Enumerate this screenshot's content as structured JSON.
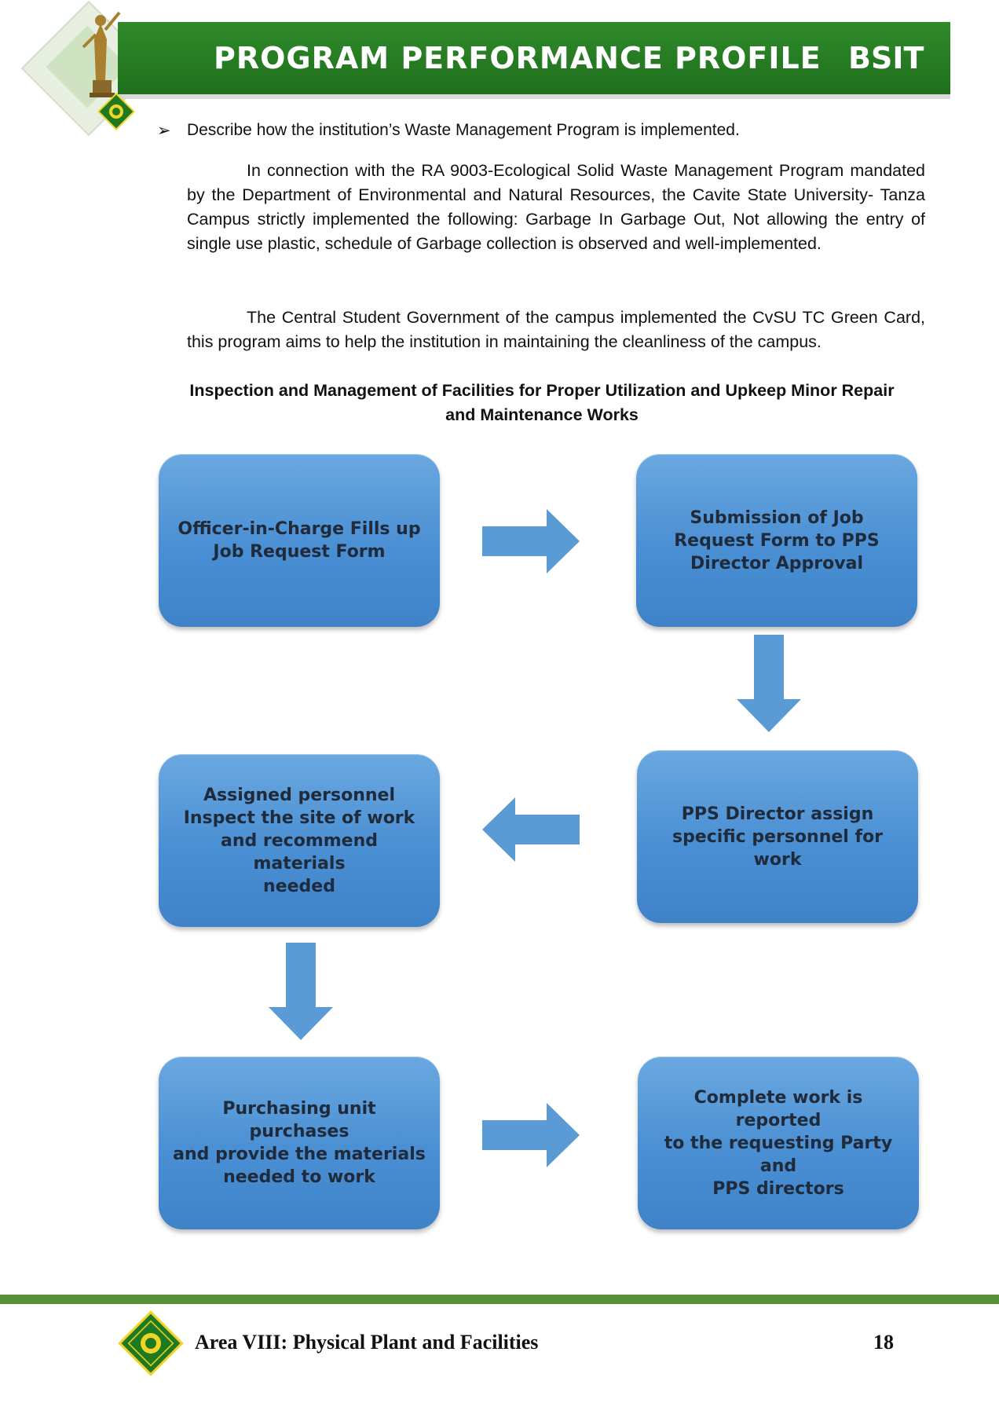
{
  "header": {
    "title": "PROGRAM PERFORMANCE PROFILE",
    "program": "BSIT"
  },
  "content": {
    "bullet_question": "Describe how the institution’s Waste Management Program is implemented.",
    "paragraphs": [
      "In connection with the RA 9003-Ecological Solid Waste Management Program mandated by the Department of Environmental and Natural Resources, the Cavite State University- Tanza Campus strictly implemented the following: Garbage In Garbage Out, Not allowing the entry of single use plastic, schedule of Garbage collection is observed and well-implemented.",
      "The Central Student Government of the campus implemented the CvSU TC Green Card, this program aims to help the institution in maintaining the cleanliness of the campus."
    ],
    "diagram_title": "Inspection and Management of Facilities for Proper Utilization and Upkeep Minor Repair and Maintenance Works"
  },
  "flowchart": {
    "steps": [
      "Officer-in-Charge Fills up\nJob Request Form",
      "Submission of Job\nRequest Form to PPS\nDirector Approval",
      "PPS Director assign\nspecific personnel for work",
      "Assigned personnel\nInspect the site of work\nand recommend materials\nneeded",
      "Purchasing unit purchases\nand provide the materials\nneeded to work",
      "Complete work is reported\nto the requesting Party and\nPPS directors"
    ],
    "box_color": "#4a8fd3",
    "arrow_color": "#5b9bd5"
  },
  "footer": {
    "area_label": "Area VIII: Physical Plant and Facilities",
    "page_number": "18"
  },
  "colors": {
    "header_green": "#2f8a2a",
    "footer_green": "#5a8f3a"
  }
}
